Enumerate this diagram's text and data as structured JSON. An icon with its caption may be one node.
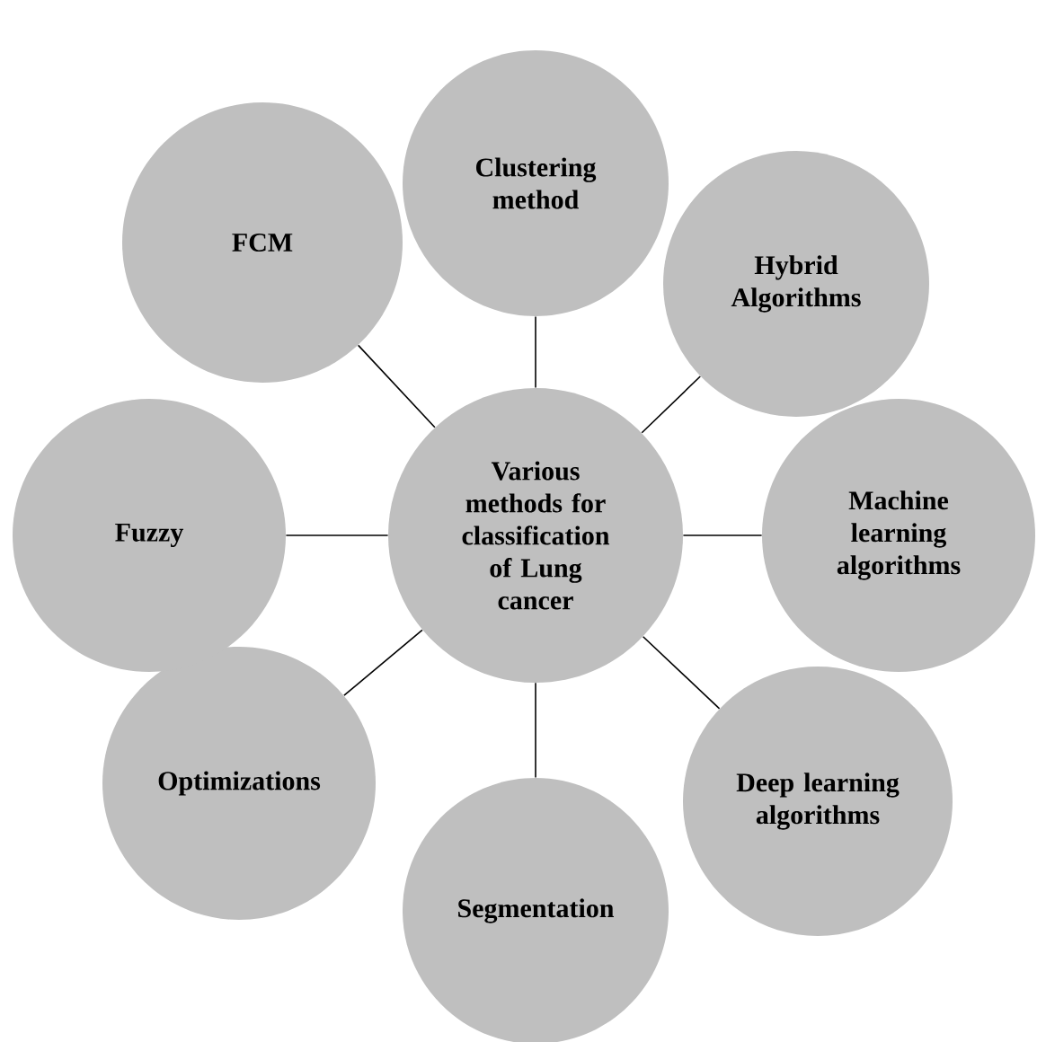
{
  "diagram": {
    "nodes": [
      {
        "text": [
          "Various methods for classification of Lung cancer"
        ]
      },
      {
        "text": [
          "Clustering method"
        ]
      },
      {
        "text": [
          "Hybrid Algorithms"
        ]
      },
      {
        "text": [
          "Machine learning algorithms"
        ]
      },
      {
        "text": [
          "Deep learning algorithms"
        ]
      },
      {
        "text": [
          "Segmentation"
        ]
      },
      {
        "text": [
          "Optimizations"
        ]
      },
      {
        "text": [
          "Fuzzy"
        ]
      },
      {
        "text": [
          "FCM"
        ]
      }
    ],
    "edges": [
      {
        "from": 0,
        "to": 1,
        "arrow": "none"
      },
      {
        "from": 0,
        "to": 2,
        "arrow": "none"
      },
      {
        "from": 0,
        "to": 3,
        "arrow": "none"
      },
      {
        "from": 0,
        "to": 4,
        "arrow": "none"
      },
      {
        "from": 0,
        "to": 5,
        "arrow": "none"
      },
      {
        "from": 0,
        "to": 6,
        "arrow": "none"
      },
      {
        "from": 0,
        "to": 7,
        "arrow": "none"
      },
      {
        "from": 0,
        "to": 8,
        "arrow": "none"
      }
    ]
  }
}
